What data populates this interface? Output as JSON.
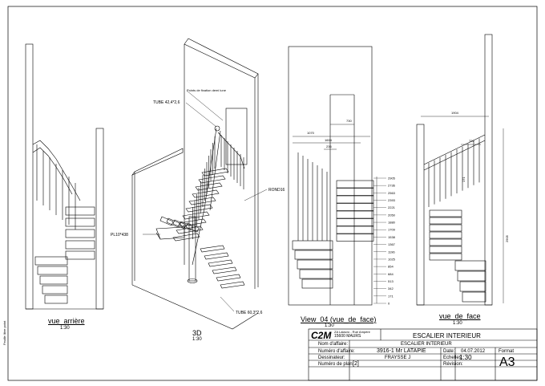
{
  "views": {
    "rear": {
      "label": "vue_arrière",
      "scale": "1:30"
    },
    "iso": {
      "label": "3D",
      "scale": "1:30"
    },
    "view04": {
      "label": "View_04 (vue_de_face)",
      "scale": "1:30"
    },
    "front": {
      "label": "vue_de_face",
      "scale": "1:30"
    }
  },
  "callouts": {
    "tube_top": "TUBE 42,4*2,6",
    "fixation_note": "Points de fixation demi lune",
    "rond": "ROND16",
    "plat": "PL10*438",
    "tube_bottom": "TUBE 60,3*2,6"
  },
  "dimensions": {
    "view04_top": [
      "1070",
      "730",
      "1604",
      "236"
    ],
    "view04_levels": [
      "2905",
      "2736",
      "2563",
      "2393",
      "2221",
      "2050",
      "1880",
      "1709",
      "1538",
      "1367",
      "1196",
      "1025",
      "854",
      "684",
      "513",
      "342",
      "171",
      "0"
    ],
    "front_top": [
      "1904",
      "722",
      "171"
    ],
    "front_height": "2905"
  },
  "title_block": {
    "logo": "C2M",
    "company_line1": "ZA Lalacro - Rue Ampère",
    "company_line2": "15600 MAURS",
    "title": "ESCALIER INTERIEUR",
    "rows": [
      {
        "label": "Nom d'affaire:",
        "value": "ESCALIER INTERIEUR"
      },
      {
        "label": "Numéro d'affaire:",
        "value": "3916-1 Mr LATAPIE"
      },
      {
        "label": "Dessinateur:",
        "value": "FRAYSSE J"
      },
      {
        "label": "Numéro de plan:",
        "value": "[2]"
      }
    ],
    "date_label": "Date:",
    "date_value": "04.07.2012",
    "echelle_label": "Echelles:",
    "echelle_value": "1:30",
    "revision_label": "Révision:",
    "revision_value": "",
    "format_label": "Format",
    "format_value": "A3"
  },
  "side_note": "Feuille libre point"
}
